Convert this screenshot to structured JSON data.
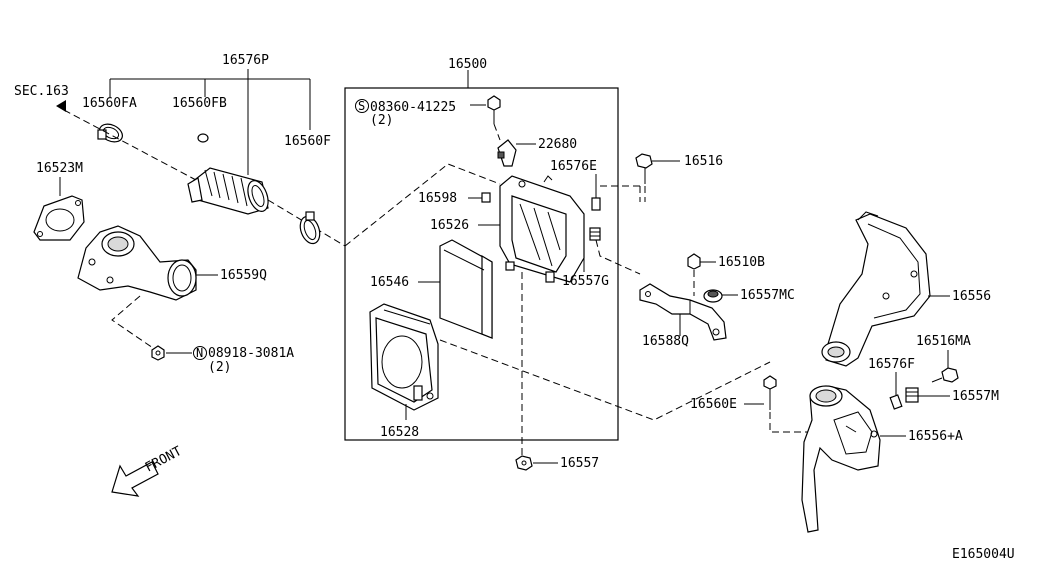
{
  "diagram": {
    "reference_code": "E165004U",
    "front_label": "FRONT",
    "labels": {
      "sec163": "SEC.163",
      "p16576P": "16576P",
      "p16560FA": "16560FA",
      "p16560FB": "16560FB",
      "p16560F": "16560F",
      "p16523M": "16523M",
      "p16559Q": "16559Q",
      "n08918": "08918-3081A",
      "n08918_qty": "(2)",
      "n08918_prefix": "N",
      "p16500": "16500",
      "s08360": "08360-41225",
      "s08360_qty": "(2)",
      "s08360_prefix": "S",
      "p22680": "22680",
      "p16576E": "16576E",
      "p16598": "16598",
      "p16526": "16526",
      "p16546": "16546",
      "p16557G": "16557G",
      "p16528": "16528",
      "p16557": "16557",
      "p16516": "16516",
      "p16510B": "16510B",
      "p16557MC": "16557MC",
      "p16588Q": "16588Q",
      "p16556": "16556",
      "p16516MA": "16516MA",
      "p16576F": "16576F",
      "p16557M": "16557M",
      "p16560E": "16560E",
      "p16556A": "16556+A"
    }
  }
}
